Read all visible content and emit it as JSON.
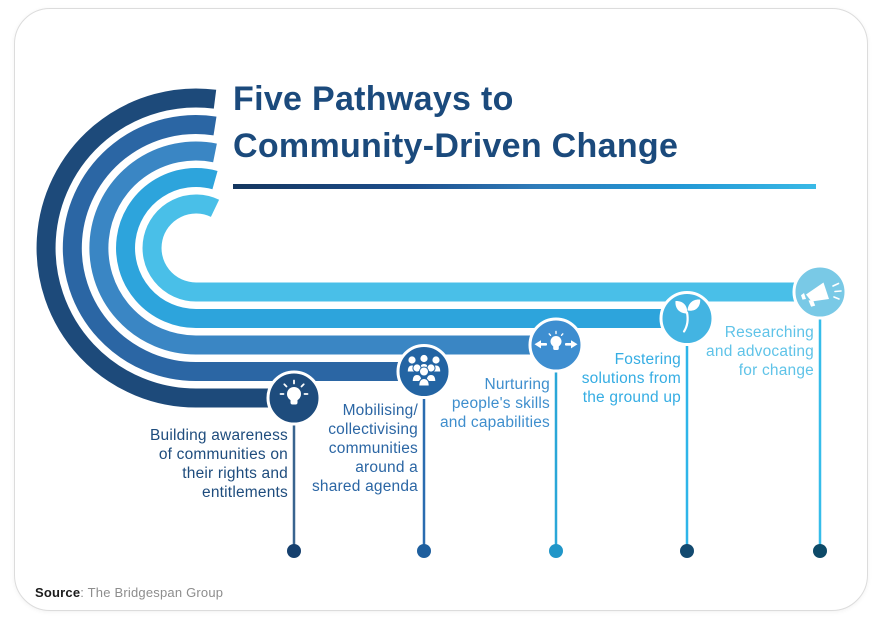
{
  "title": "Five Pathways to\nCommunity-Driven Change",
  "source": {
    "label": "Source",
    "rest": ": The Bridgespan Group"
  },
  "pathways": [
    {
      "index": 1,
      "label": "Building awareness\nof communities on\ntheir rights and\nentitlements",
      "icon": "lightbulb-icon",
      "ring_color": "#1d4a7a",
      "circle_color": "#1e4c7d",
      "label_color": "#1e4c7d",
      "dot_color": "#16406e"
    },
    {
      "index": 2,
      "label": "Mobilising/\ncollectivising\ncommunities\naround a\nshared agenda",
      "icon": "people-group-icon",
      "ring_color": "#2b66a4",
      "circle_color": "#2364a3",
      "label_color": "#2b66a4",
      "dot_color": "#1e5f9e"
    },
    {
      "index": 3,
      "label": "Nurturing\npeople's skills\nand capabilities",
      "icon": "lightbulb-arrows-icon",
      "ring_color": "#3a86c4",
      "circle_color": "#3e8ed0",
      "label_color": "#3e8ecd",
      "dot_color": "#2196c8"
    },
    {
      "index": 4,
      "label": "Fostering\nsolutions from\nthe ground up",
      "icon": "seedling-icon",
      "ring_color": "#2da4dc",
      "circle_color": "#43b4e2",
      "label_color": "#35ade3",
      "dot_color": "#134a70"
    },
    {
      "index": 5,
      "label": "Researching\nand advocating\nfor change",
      "icon": "megaphone-icon",
      "ring_color": "#49bfe8",
      "circle_color": "#79c9e6",
      "label_color": "#5fc3e8",
      "dot_color": "#0d4a68"
    }
  ],
  "palette": {
    "title_text": "#1b4a7c",
    "underline_gradient": [
      "#14365f",
      "#1d4e8c",
      "#2f7cba",
      "#2196d4",
      "#39b9e6"
    ],
    "card_border": "#dcdcdc",
    "background": "#ffffff",
    "source_label": "#1c1c1c",
    "source_text": "#8d8d8d"
  }
}
